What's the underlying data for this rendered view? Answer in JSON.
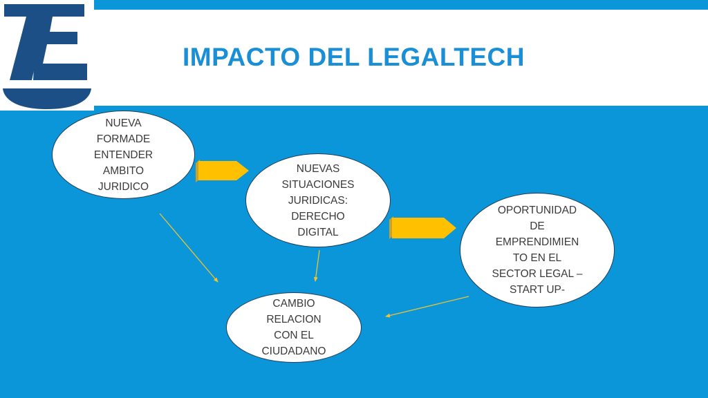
{
  "header": {
    "title": "IMPACTO DEL LEGALTECH"
  },
  "logo": {
    "icon": "ae-logo-icon",
    "primary_color": "#1c4f86"
  },
  "diagram": {
    "nodes": [
      {
        "id": "n1",
        "label": "NUEVA\nFORMADE\nENTENDER\nAMBITO\nJURIDICO"
      },
      {
        "id": "n2",
        "label": "NUEVAS\nSITUACIONES\nJURIDICAS:\nDERECHO\nDIGITAL"
      },
      {
        "id": "n3",
        "label": "OPORTUNIDAD\nDE\nEMPRENDIMIEN\nTO EN EL\nSECTOR LEGAL –\nSTART UP-"
      },
      {
        "id": "n4",
        "label": "CAMBIO\nRELACION\nCON EL\nCIUDADANO"
      }
    ],
    "block_arrows": [
      {
        "from": "n1",
        "to": "n2"
      },
      {
        "from": "n2",
        "to": "n3"
      }
    ],
    "line_arrows": [
      {
        "from": "n1",
        "to": "n4"
      },
      {
        "from": "n2",
        "to": "n4"
      },
      {
        "from": "n3",
        "to": "n4"
      }
    ],
    "colors": {
      "background": "#0a96d8",
      "title": "#1a8fd6",
      "block_arrow": "#ffc000",
      "block_arrow_edge": "#c9a227",
      "line_arrow": "#f2c230",
      "node_border": "#1f3b57"
    }
  }
}
